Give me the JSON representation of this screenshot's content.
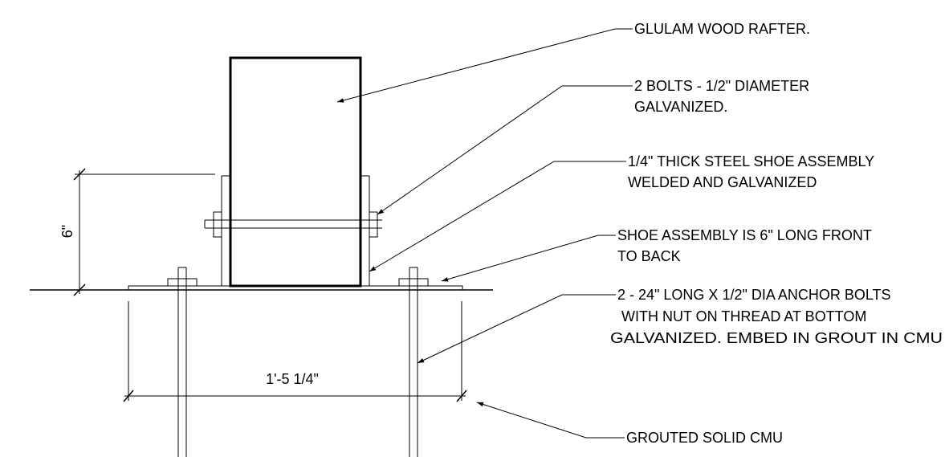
{
  "notes": {
    "rafter": "GLULAM WOOD RAFTER.",
    "bolts_line1": "2 BOLTS - 1/2\" DIAMETER",
    "bolts_line2": "GALVANIZED.",
    "shoe_line1": "1/4\" THICK STEEL SHOE ASSEMBLY",
    "shoe_line2": "WELDED AND GALVANIZED",
    "length_line1": "SHOE ASSEMBLY IS  6\" LONG FRONT",
    "length_line2": "TO BACK",
    "anchor_line1": "2 - 24\" LONG X 1/2\" DIA ANCHOR BOLTS",
    "anchor_line2": " WITH NUT ON THREAD AT BOTTOM",
    "anchor_line3": "GALVANIZED. EMBED IN GROUT IN CMU",
    "cmu": "GROUTED SOLID CMU"
  },
  "dimensions": {
    "height": "6\"",
    "width": "1'-5 1/4\""
  }
}
